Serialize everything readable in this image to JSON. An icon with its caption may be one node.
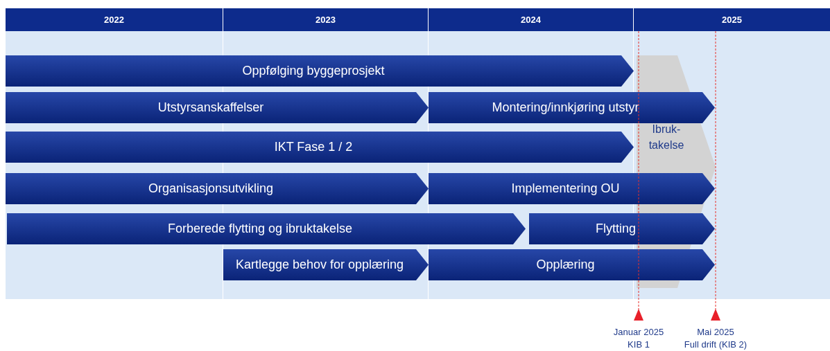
{
  "diagram": {
    "nodes": [
      {
        "text": [
          "2022"
        ]
      },
      {
        "text": [
          "2023"
        ]
      },
      {
        "text": [
          "2024"
        ]
      },
      {
        "text": [
          "2025"
        ]
      },
      {
        "text": [
          "Oppfølging byggeprosjekt"
        ]
      },
      {
        "text": [
          "Utstyrsanskaffelser"
        ]
      },
      {
        "text": [
          "Montering/innkjøring utstyr"
        ]
      },
      {
        "text": [
          "IKT Fase 1 / 2"
        ]
      },
      {
        "text": [
          "Organisasjonsutvikling"
        ]
      },
      {
        "text": [
          "Implementering OU"
        ]
      },
      {
        "text": [
          "Forberede flytting og ibruktakelse"
        ]
      },
      {
        "text": [
          "Flytting"
        ]
      },
      {
        "text": [
          "Kartlegge behov for opplæring"
        ]
      },
      {
        "text": [
          "Opplæring"
        ]
      },
      {
        "text": [
          "Ibruk- takelse"
        ]
      }
    ],
    "edges": [],
    "labels": [
      "Januar 2025",
      "KIB 1",
      "Mai 2025",
      "Full drift (KIB 2)"
    ]
  }
}
